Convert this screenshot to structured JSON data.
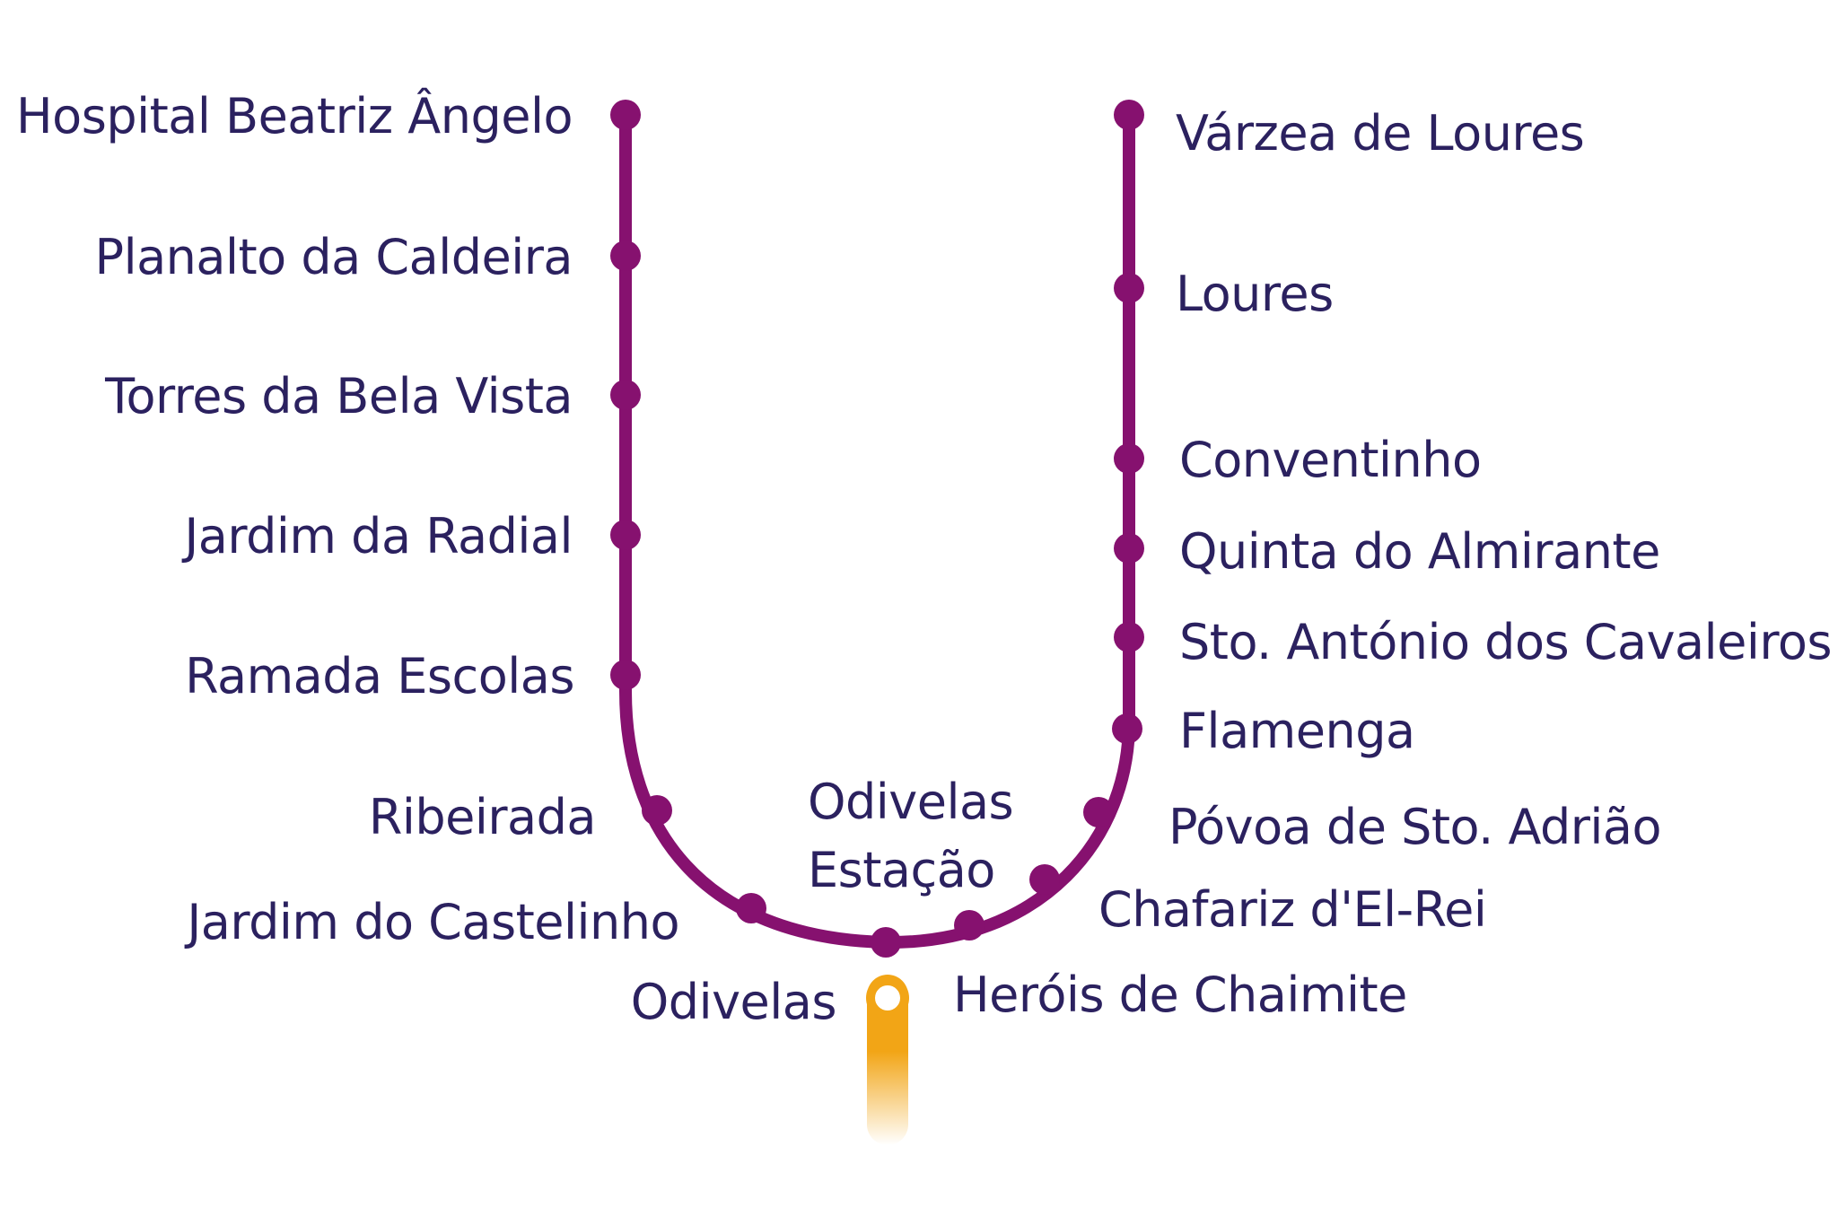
{
  "colors": {
    "line_purple": "#86116f",
    "line_yellow": "#f2a516",
    "label_text": "#2b215f",
    "background": "#ffffff"
  },
  "line": {
    "branch_color": "purple",
    "connecting_line_color": "yellow"
  },
  "stations": {
    "hospital_beatriz_angelo": "Hospital Beatriz Ângelo",
    "planalto_da_caldeira": "Planalto da Caldeira",
    "torres_da_bela_vista": "Torres da Bela Vista",
    "jardim_da_radial": "Jardim da Radial",
    "ramada_escolas": "Ramada Escolas",
    "ribeirada": "Ribeirada",
    "jardim_do_castelinho": "Jardim do Castelinho",
    "odivelas": "Odivelas",
    "odivelas_estacao_line1": "Odivelas",
    "odivelas_estacao_line2": "Estação",
    "herois_de_chaimite": "Heróis de Chaimite",
    "chafariz_d_el_rei": "Chafariz d'El-Rei",
    "povoa_de_sto_adriao": "Póvoa de Sto. Adrião",
    "flamenga": "Flamenga",
    "sto_antonio_dos_cavaleiros": "Sto. António dos Cavaleiros",
    "quinta_do_almirante": "Quinta do Almirante",
    "conventinho": "Conventinho",
    "loures": "Loures",
    "varzea_de_loures": "Várzea de Loures"
  }
}
